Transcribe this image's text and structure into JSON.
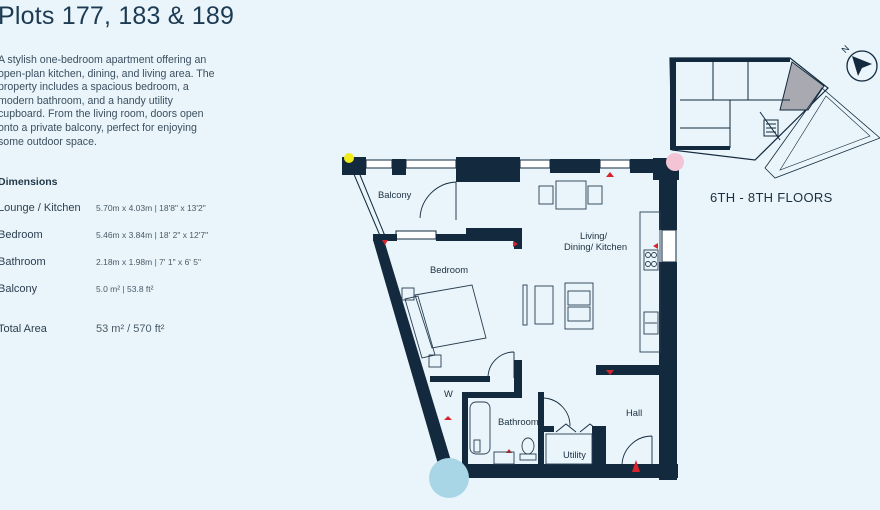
{
  "title": "Plots 177, 183 & 189",
  "description": "A stylish one-bedroom apartment offering an open-plan kitchen, dining, and living area. The property includes a spacious bedroom, a modern bathroom, and a handy utility cupboard. From the living room, doors open onto a private balcony, perfect for enjoying some outdoor space.",
  "dimensions": {
    "heading": "Dimensions",
    "rows": [
      {
        "label": "Lounge / Kitchen",
        "value": "5.70m x 4.03m | 18'8\" x 13'2\""
      },
      {
        "label": "Bedroom",
        "value": "5.46m x 3.84m | 18' 2\" x 12'7\""
      },
      {
        "label": "Bathroom",
        "value": "2.18m x 1.98m | 7' 1\" x 6' 5\""
      },
      {
        "label": "Balcony",
        "value": "5.0 m² | 53.8 ft²"
      }
    ],
    "total": {
      "label": "Total Area",
      "value": "53 m² / 570 ft²"
    }
  },
  "plan": {
    "rooms": {
      "balcony": "Balcony",
      "living": "Living/",
      "living2": "Dining/ Kitchen",
      "bedroom": "Bedroom",
      "wardrobe": "W",
      "bathroom": "Bathroom",
      "utility": "Utility",
      "hall": "Hall"
    },
    "floors_label": "6TH - 8TH FLOORS",
    "compass_label": "N"
  },
  "colors": {
    "background": "#e9f5fa",
    "wall": "#13293d",
    "highlight": "#a9a9b2",
    "yellow_marker": "#f0ea1e",
    "pink_marker": "#f3c4d6",
    "blue_marker": "#a9d6e6",
    "door_marker": "#d8242c"
  }
}
